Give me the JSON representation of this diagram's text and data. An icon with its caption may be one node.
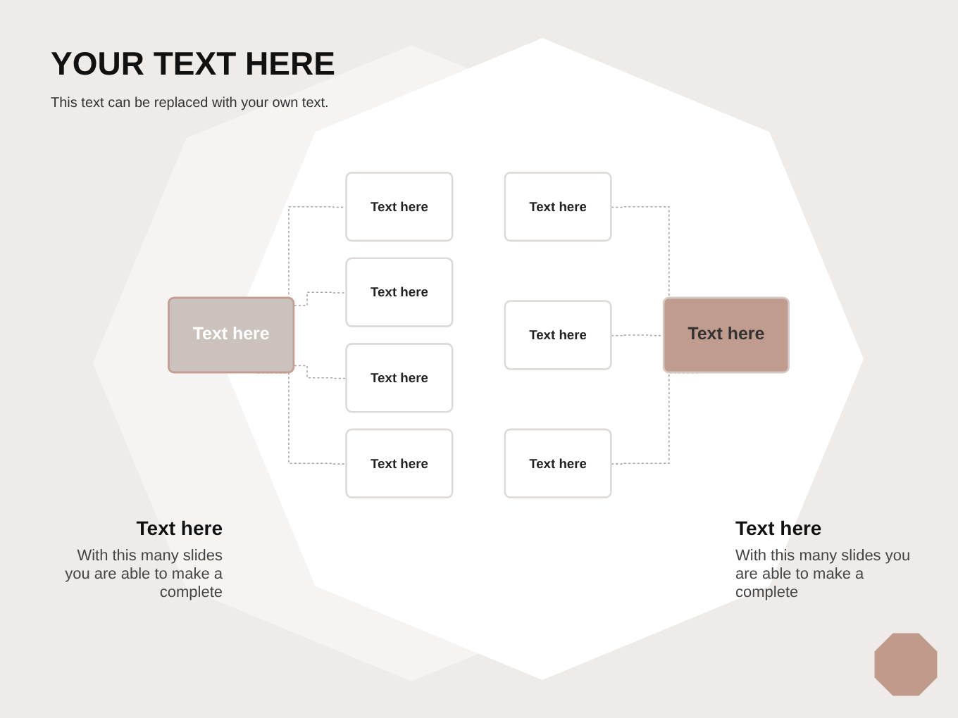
{
  "diagram": {
    "title": "YOUR TEXT HERE",
    "nodes": [
      {
        "text": [
          "Text here"
        ]
      },
      {
        "text": [
          "Text here"
        ]
      },
      {
        "text": [
          "Text here"
        ]
      },
      {
        "text": [
          "Text here"
        ]
      },
      {
        "text": [
          "Text here"
        ]
      },
      {
        "text": [
          "Text here"
        ]
      },
      {
        "text": [
          "Text here"
        ]
      },
      {
        "text": [
          "Text here"
        ]
      },
      {
        "text": [
          "Text here"
        ]
      }
    ],
    "edges": [
      {
        "from": 0,
        "to": 1,
        "arrow": "none",
        "style": "dashed"
      },
      {
        "from": 0,
        "to": 2,
        "arrow": "none",
        "style": "dashed"
      },
      {
        "from": 0,
        "to": 3,
        "arrow": "none",
        "style": "dashed"
      },
      {
        "from": 0,
        "to": 4,
        "arrow": "none",
        "style": "dashed"
      },
      {
        "from": 5,
        "to": 8,
        "arrow": "none",
        "style": "dashed"
      },
      {
        "from": 6,
        "to": 8,
        "arrow": "none",
        "style": "dashed"
      },
      {
        "from": 7,
        "to": 8,
        "arrow": "none",
        "style": "dashed"
      }
    ],
    "labels": [
      "This text can be replaced with your own text.",
      "Text here",
      "With this many slides you are able to make a complete",
      "Text here",
      "With this many slides you are able to make a complete"
    ]
  }
}
